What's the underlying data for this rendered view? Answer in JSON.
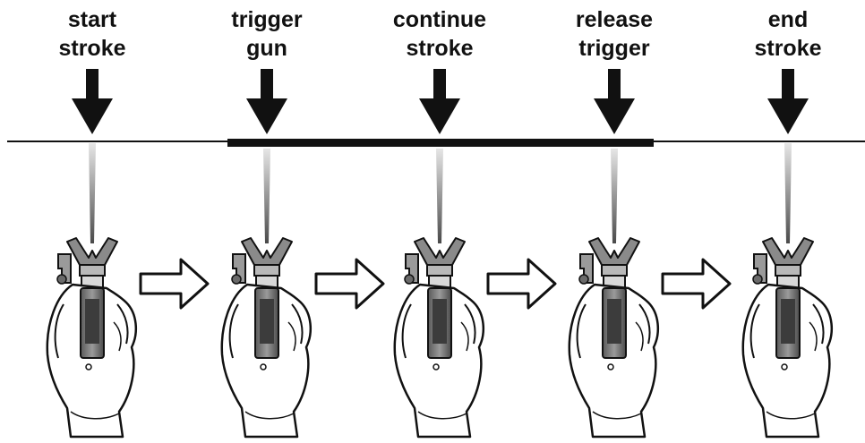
{
  "diagram": {
    "steps": [
      {
        "line1": "start",
        "line2": "stroke",
        "spraying": false
      },
      {
        "line1": "trigger",
        "line2": "gun",
        "spraying": true
      },
      {
        "line1": "continue",
        "line2": "stroke",
        "spraying": true
      },
      {
        "line1": "release",
        "line2": "trigger",
        "spraying": true
      },
      {
        "line1": "end",
        "line2": "stroke",
        "spraying": false
      }
    ],
    "flow_arrows": 4
  },
  "colors": {
    "ink": "#111111",
    "hand_fill": "#ffffff",
    "gun_body": "#7a7a7a",
    "gun_dark": "#3c3c3c",
    "spray_top": "#d8d8d8",
    "spray_bottom": "#5a5a5a"
  },
  "icons": [
    "down-arrow-icon",
    "hollow-right-arrow-icon",
    "spray-gun-hand-icon"
  ]
}
